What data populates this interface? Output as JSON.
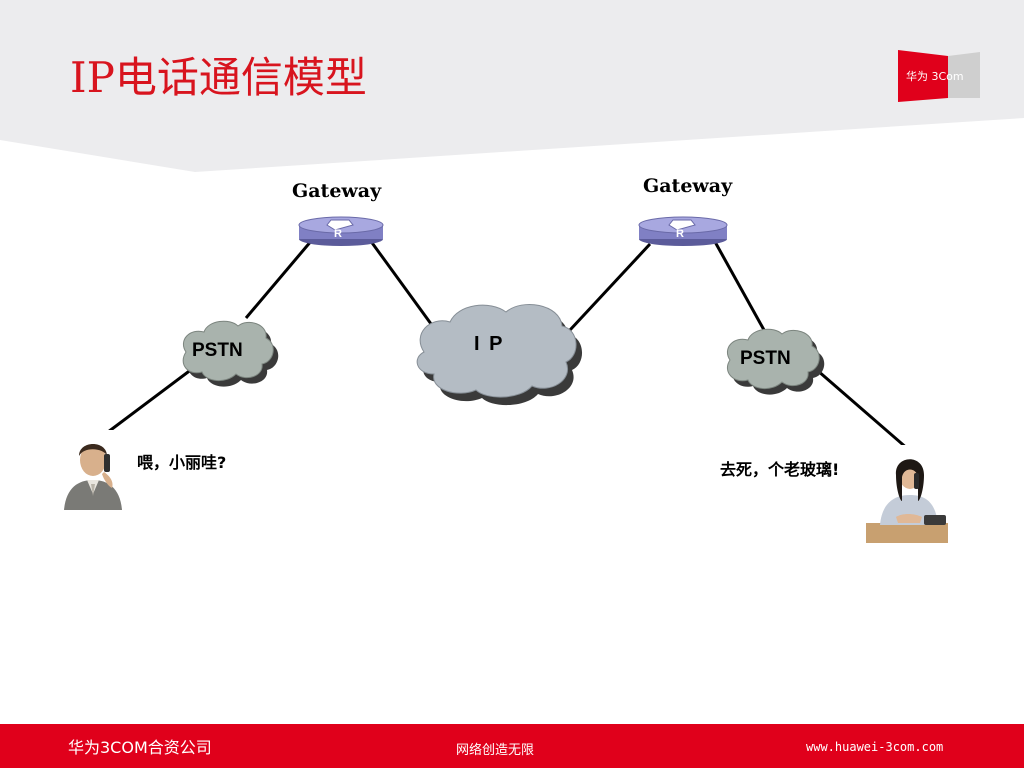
{
  "slide": {
    "title": "IP电话通信模型",
    "logo_text": "华为 3Com"
  },
  "diagram": {
    "gateway_left": "Gateway",
    "gateway_right": "Gateway",
    "router_glyph": "R",
    "cloud_left": "PSTN",
    "cloud_center": "I P",
    "cloud_right": "PSTN",
    "speech_left": "喂，小丽哇?",
    "speech_right": "去死，个老玻璃!"
  },
  "footer": {
    "left": "华为3COM合资公司",
    "center": "网络创造无限",
    "right": "www.huawei-3com.com"
  },
  "colors": {
    "title_red": "#d8141e",
    "footer_red": "#e0001b",
    "header_gray": "#ececee",
    "router_purple": "#8f8fcf",
    "pstn_cloud": "#a9b3ad",
    "ip_cloud": "#b4bcc4"
  }
}
